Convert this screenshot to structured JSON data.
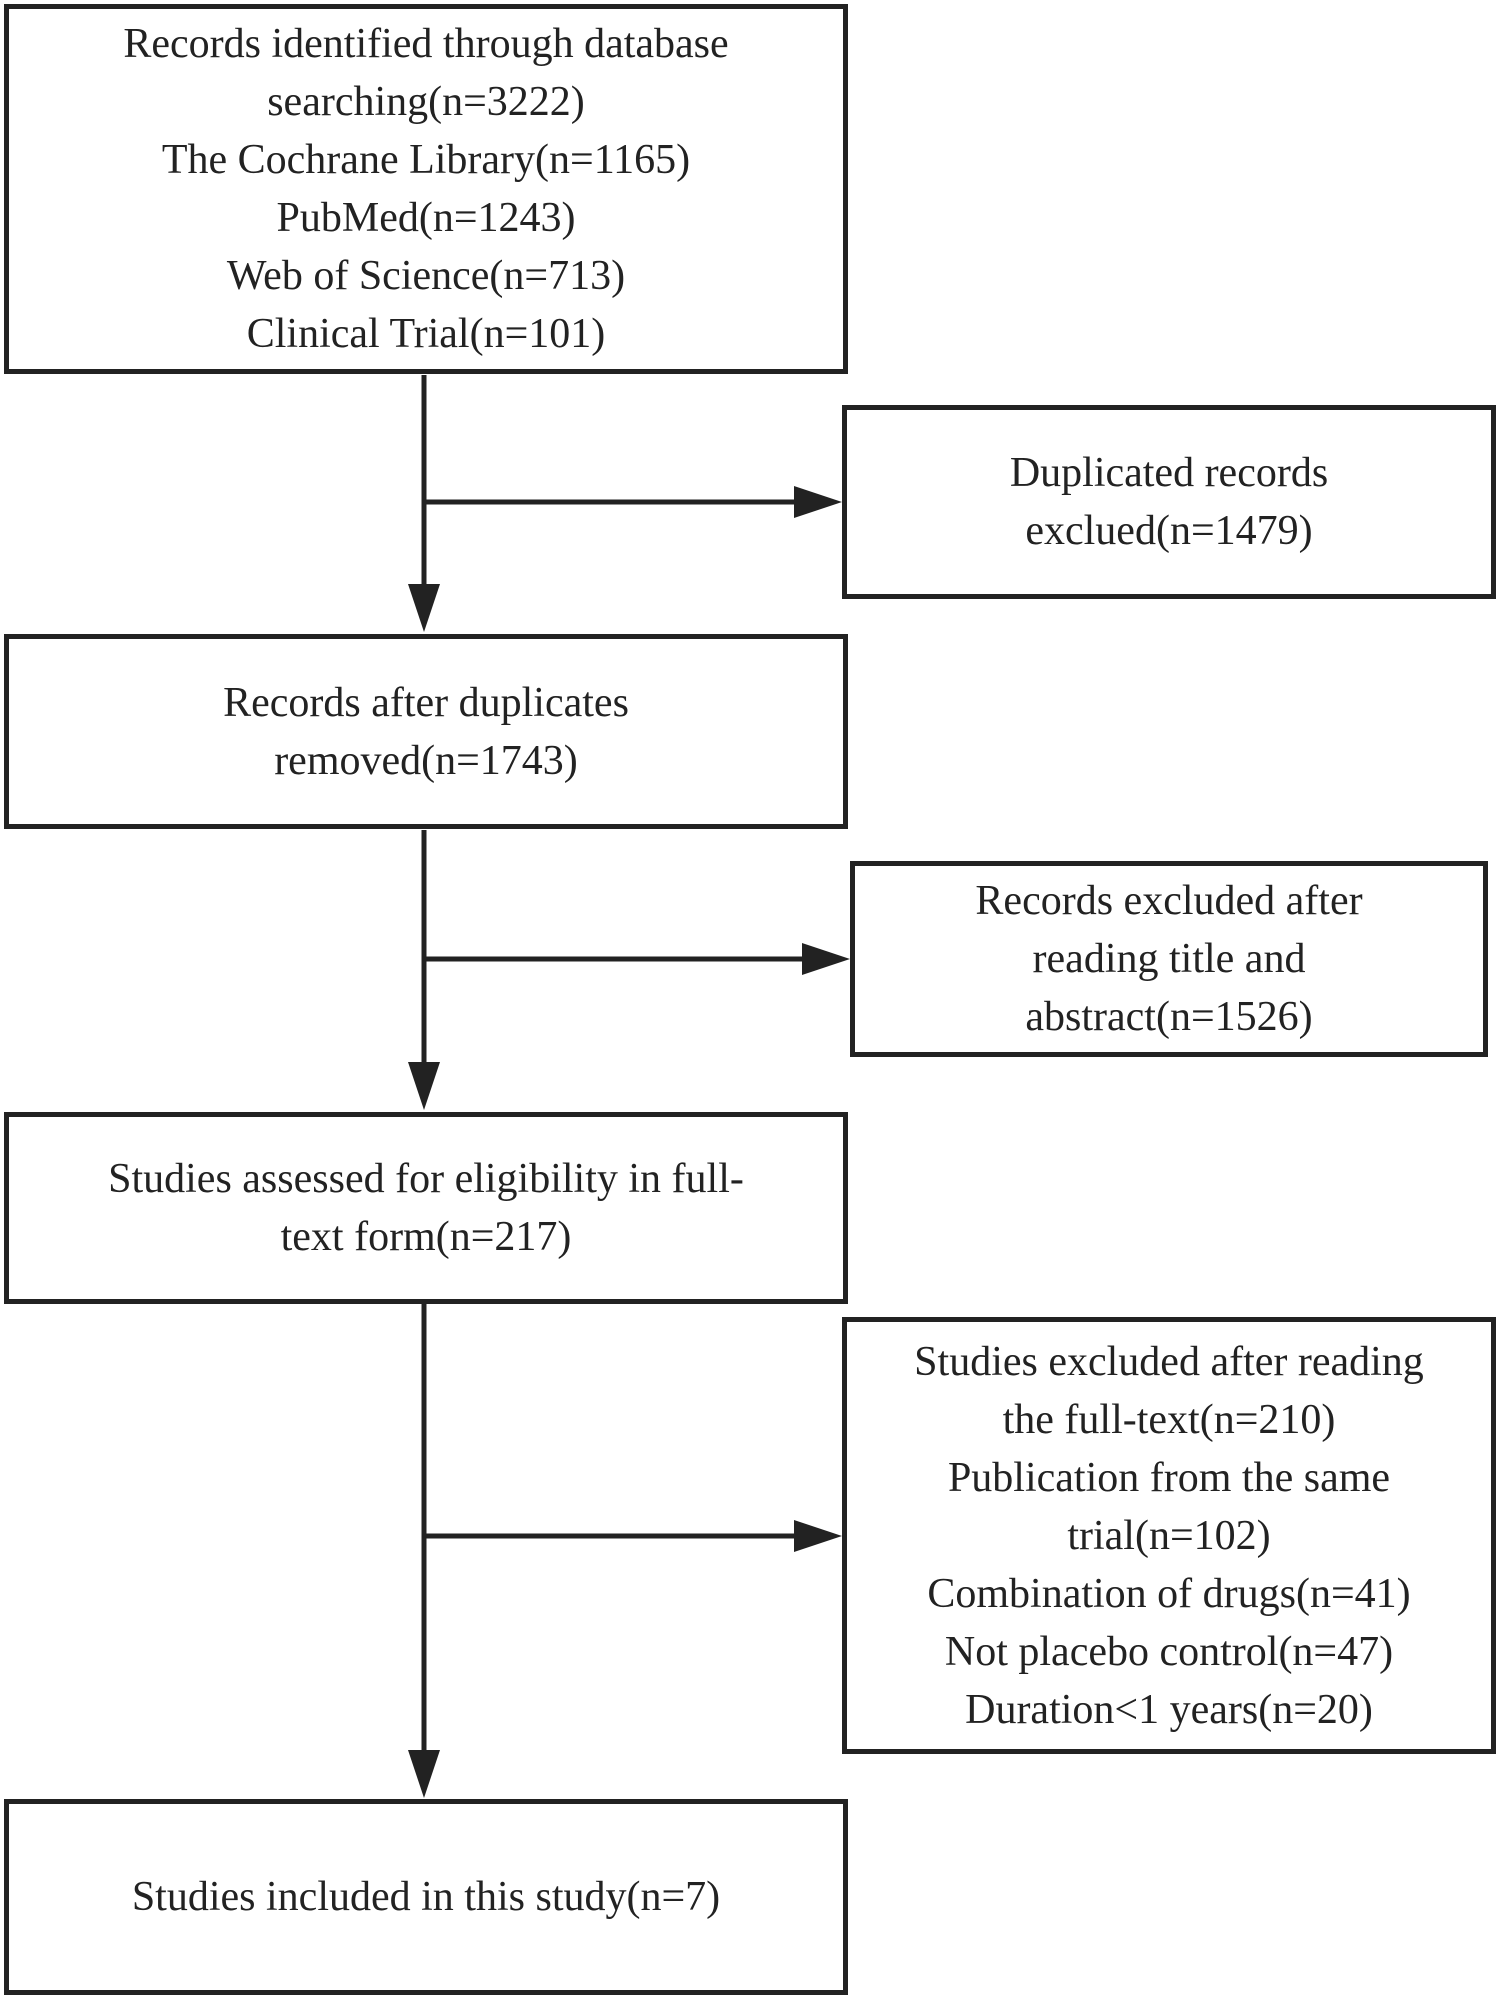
{
  "boxes": {
    "identified": {
      "lines": [
        "Records identified through database",
        "searching(n=3222)",
        "The Cochrane Library(n=1165)",
        "PubMed(n=1243)",
        "Web of Science(n=713)",
        "Clinical Trial(n=101)"
      ]
    },
    "duplicates_excluded": {
      "lines": [
        "Duplicated records",
        "exclued(n=1479)"
      ]
    },
    "after_duplicates": {
      "lines": [
        "Records after duplicates",
        "removed(n=1743)"
      ]
    },
    "title_abstract_excluded": {
      "lines": [
        "Records excluded after",
        "reading title and",
        "abstract(n=1526)"
      ]
    },
    "assessed": {
      "lines": [
        "Studies assessed for eligibility in full-",
        "text form(n=217)"
      ]
    },
    "fulltext_excluded": {
      "lines": [
        "Studies excluded after reading",
        "the full-text(n=210)",
        "Publication from the same",
        "trial(n=102)",
        "Combination of drugs(n=41)",
        "Not placebo control(n=47)",
        "Duration<1 years(n=20)"
      ]
    },
    "included": {
      "text": "Studies included in this study(n=7)"
    }
  }
}
